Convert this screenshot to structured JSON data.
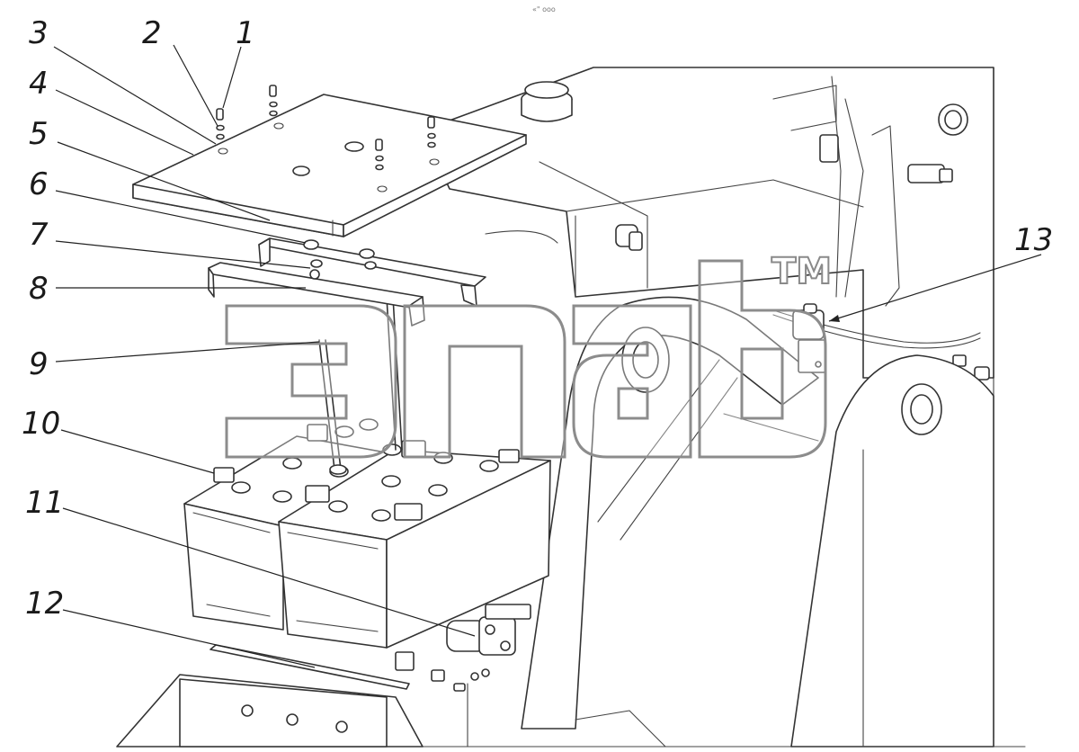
{
  "header": {
    "small_text": "«\" ооо"
  },
  "watermark": {
    "text": "эпаб",
    "trademark": "TM"
  },
  "callouts": [
    {
      "id": 1,
      "label": "1"
    },
    {
      "id": 2,
      "label": "2"
    },
    {
      "id": 3,
      "label": "3"
    },
    {
      "id": 4,
      "label": "4"
    },
    {
      "id": 5,
      "label": "5"
    },
    {
      "id": 6,
      "label": "6"
    },
    {
      "id": 7,
      "label": "7"
    },
    {
      "id": 8,
      "label": "8"
    },
    {
      "id": 9,
      "label": "9"
    },
    {
      "id": 10,
      "label": "10"
    },
    {
      "id": 11,
      "label": "11"
    },
    {
      "id": 12,
      "label": "12"
    },
    {
      "id": 13,
      "label": "13"
    }
  ]
}
